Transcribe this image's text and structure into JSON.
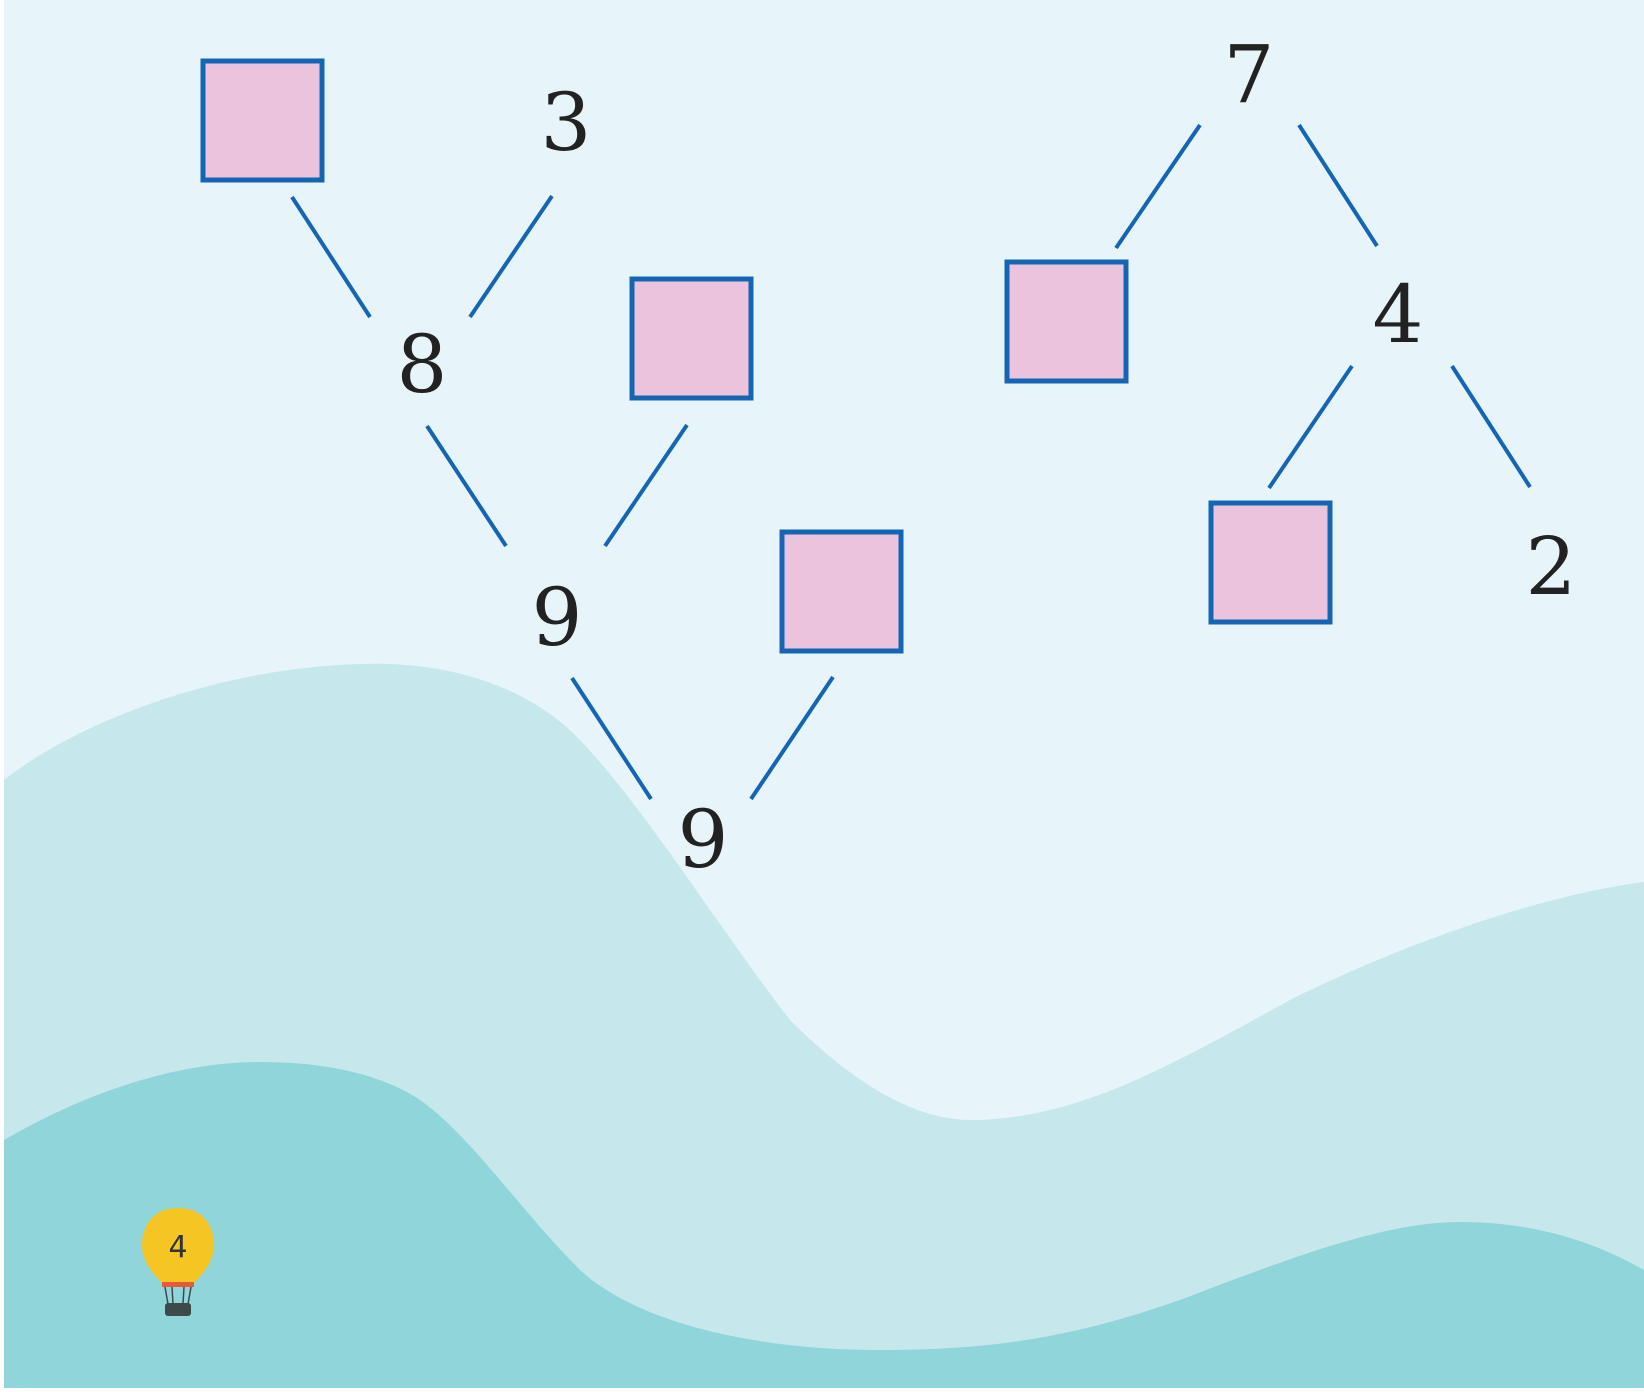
{
  "colors": {
    "sky": "#e7f5fa",
    "hill_light": "#c6e8ec",
    "hill_dark": "#90d5da",
    "line": "#1565b5",
    "box_fill": "#ecc3dd",
    "box_stroke": "#1565b5",
    "number": "#222222",
    "balloon": "#f5c623",
    "balloon_band": "#e8593a",
    "basket": "#3e4a4a"
  },
  "icons": {
    "page_marker": "hot-air-balloon-icon"
  },
  "tree_left": {
    "top_right_value": "3",
    "node_a_value": "8",
    "node_b_value": "9",
    "root_value": "9"
  },
  "tree_right": {
    "root_value": "7",
    "node_value": "4",
    "leaf_value": "2"
  },
  "page_number": "4"
}
